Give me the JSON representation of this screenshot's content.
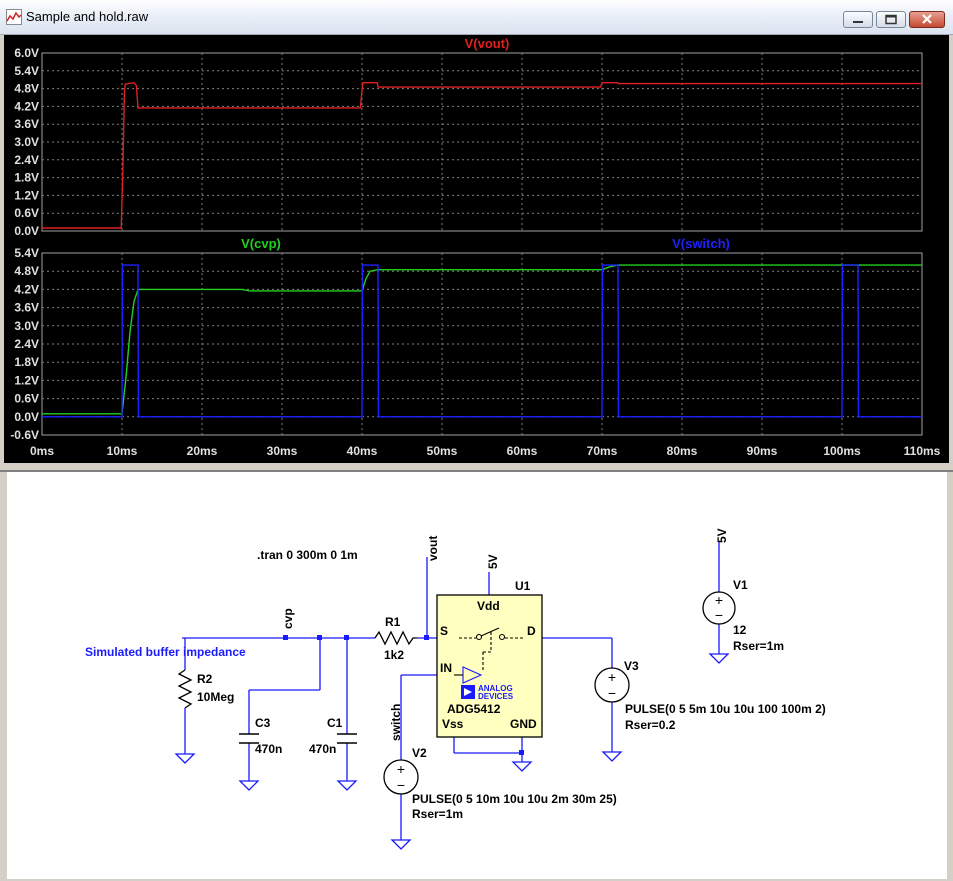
{
  "window": {
    "title": "Sample and hold.raw"
  },
  "colors": {
    "vout": "#e02020",
    "cvp": "#20d020",
    "switch": "#2020ff",
    "grid": "#808080",
    "schem_wire": "#1a1aff",
    "schem_text": "#000000"
  },
  "chart_data": [
    {
      "type": "line",
      "title": "V(vout)",
      "ylim": [
        0,
        6.0
      ],
      "xlim": [
        0,
        110
      ],
      "y_ticks": [
        "0.0V",
        "0.6V",
        "1.2V",
        "1.8V",
        "2.4V",
        "3.0V",
        "3.6V",
        "4.2V",
        "4.8V",
        "5.4V",
        "6.0V"
      ],
      "grid": true,
      "series": [
        {
          "name": "V(vout)",
          "color": "#e02020",
          "x": [
            0,
            9.9,
            10.1,
            10.3,
            10.4,
            11.5,
            11.8,
            12,
            39.8,
            40,
            40.1,
            41.9,
            42,
            69.8,
            70,
            71.9,
            72,
            110
          ],
          "y": [
            0.1,
            0.1,
            2.0,
            4.7,
            4.95,
            5.0,
            4.9,
            4.15,
            4.15,
            4.75,
            5.0,
            5.0,
            4.85,
            4.85,
            5.0,
            5.0,
            4.97,
            4.97
          ]
        }
      ]
    },
    {
      "type": "line",
      "title": "",
      "ylim": [
        -0.6,
        5.4
      ],
      "xlim": [
        0,
        110
      ],
      "x_ticks": [
        "0ms",
        "10ms",
        "20ms",
        "30ms",
        "40ms",
        "50ms",
        "60ms",
        "70ms",
        "80ms",
        "90ms",
        "100ms",
        "110ms"
      ],
      "y_ticks": [
        "-0.6V",
        "0.0V",
        "0.6V",
        "1.2V",
        "1.8V",
        "2.4V",
        "3.0V",
        "3.6V",
        "4.2V",
        "4.8V",
        "5.4V"
      ],
      "grid": true,
      "series": [
        {
          "name": "V(cvp)",
          "color": "#20d020",
          "x": [
            0,
            10,
            10.5,
            11,
            11.5,
            12,
            25,
            26,
            40,
            40.5,
            41,
            42,
            70,
            71,
            72,
            110
          ],
          "y": [
            0.1,
            0.1,
            1.3,
            2.8,
            3.8,
            4.2,
            4.2,
            4.15,
            4.15,
            4.55,
            4.8,
            4.85,
            4.85,
            4.95,
            5.0,
            5.0
          ]
        },
        {
          "name": "V(switch)",
          "color": "#2020ff",
          "x": [
            0,
            10,
            10.05,
            12,
            12.05,
            40,
            40.05,
            42,
            42.05,
            70,
            70.05,
            72,
            72.05,
            100,
            100.05,
            102,
            102.05,
            110
          ],
          "y": [
            0,
            0,
            5,
            5,
            0,
            0,
            5,
            5,
            0,
            0,
            5,
            5,
            0,
            0,
            5,
            5,
            0,
            0
          ]
        }
      ]
    }
  ],
  "schematic": {
    "directive": ".tran 0 300m 0 1m",
    "comment": "Simulated buffer impedance",
    "nets": {
      "vout": "vout",
      "cvp": "cvp",
      "switch": "switch",
      "vdd_u1": "5V",
      "vdd_v1": "5V"
    },
    "r1": {
      "ref": "R1",
      "value": "1k2"
    },
    "r2": {
      "ref": "R2",
      "value": "10Meg"
    },
    "c1": {
      "ref": "C1",
      "value": "470n"
    },
    "c3": {
      "ref": "C3",
      "value": "470n"
    },
    "u1": {
      "ref": "U1",
      "part": "ADG5412",
      "pin_vdd": "Vdd",
      "pin_s": "S",
      "pin_d": "D",
      "pin_in": "IN",
      "pin_vss": "Vss",
      "pin_gnd": "GND",
      "logo_line1": "ANALOG",
      "logo_line2": "DEVICES"
    },
    "v1": {
      "ref": "V1",
      "value": "12",
      "rser": "Rser=1m"
    },
    "v2": {
      "ref": "V2",
      "value": "PULSE(0 5 10m 10u 10u 2m 30m 25)",
      "rser": "Rser=1m"
    },
    "v3": {
      "ref": "V3",
      "value": "PULSE(0 5 5m 10u 10u 100 100m 2)",
      "rser": "Rser=0.2"
    }
  }
}
